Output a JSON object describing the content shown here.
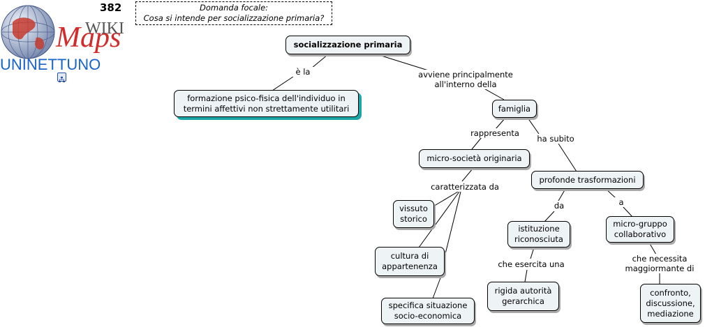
{
  "header": {
    "map_number": "382",
    "focal_question": "Domanda focale:\nCosa si intende per socializzazione primaria?",
    "logo": {
      "brand_main": "UNINETTUNO",
      "brand_wiki": "WIKI",
      "brand_maps": "Maps"
    }
  },
  "nodes": {
    "root": "socializzazione primaria",
    "formazione": "formazione psico-fisica dell'individuo in\ntermini affettivi non strettamente utilitari",
    "famiglia": "famiglia",
    "micro_societa": "micro-società originaria",
    "profonde": "profonde trasformazioni",
    "vissuto": "vissuto\nstorico",
    "cultura": "cultura di\nappartenenza",
    "specifica": "specifica situazione\nsocio-economica",
    "istituzione": "istituzione\nriconosciuta",
    "micro_gruppo": "micro-gruppo\ncollaborativo",
    "rigida": "rigida autorità\ngerarchica",
    "confronto": "confronto,\ndiscussione,\nmediazione"
  },
  "links": {
    "e_la": "è la",
    "avviene": "avviene principalmente\nall'interno della",
    "rappresenta": "rappresenta",
    "ha_subito": "ha subito",
    "caratterizzata": "caratterizzata da",
    "da": "da",
    "a": "a",
    "che_esercita": "che esercita una",
    "che_necessita": "che necessita\nmaggiormante di"
  }
}
